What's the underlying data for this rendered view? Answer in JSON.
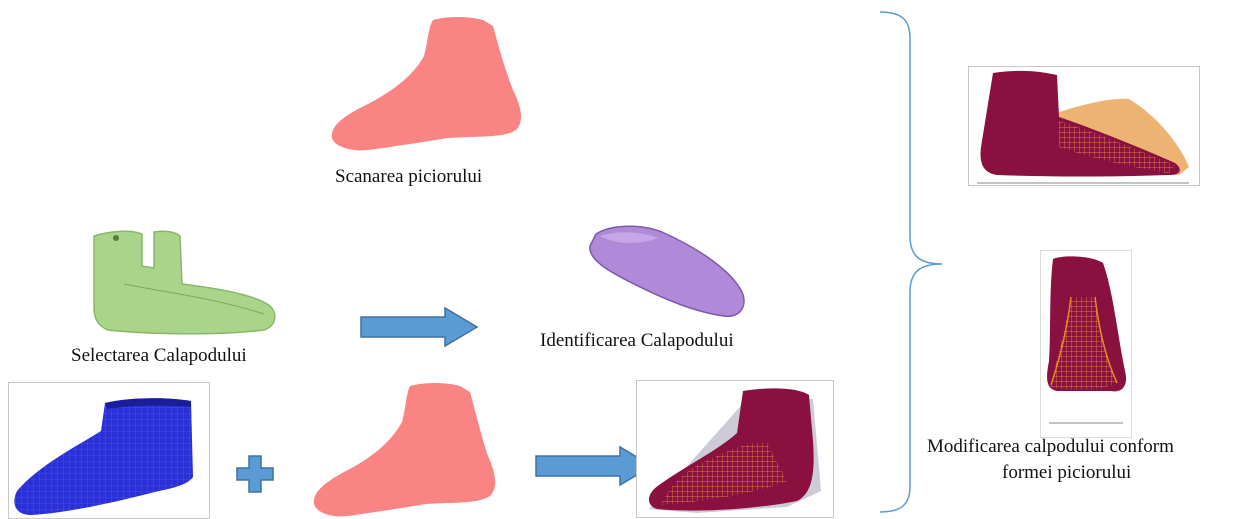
{
  "labels": {
    "foot_scan": "Scanarea piciorului",
    "select_last": "Selectarea Calapodului",
    "identify_last": "Identificarea Calapodului",
    "modify_line1": "Modificarea calpodului conform",
    "modify_line2": "formei piciorului"
  },
  "colors": {
    "foot": "#fa8484",
    "arrow_fill": "#5b9bd5",
    "arrow_stroke": "#41719c",
    "brace": "#5b9bd5",
    "green_last": "#a9d48a",
    "purple_last": "#b08ad8",
    "blue_last": "#2b2fd6",
    "maroon_model": "#8a1040",
    "orange_mesh": "#e8882a"
  },
  "icons": [
    "right-arrow-icon",
    "plus-icon",
    "curly-brace-icon"
  ]
}
